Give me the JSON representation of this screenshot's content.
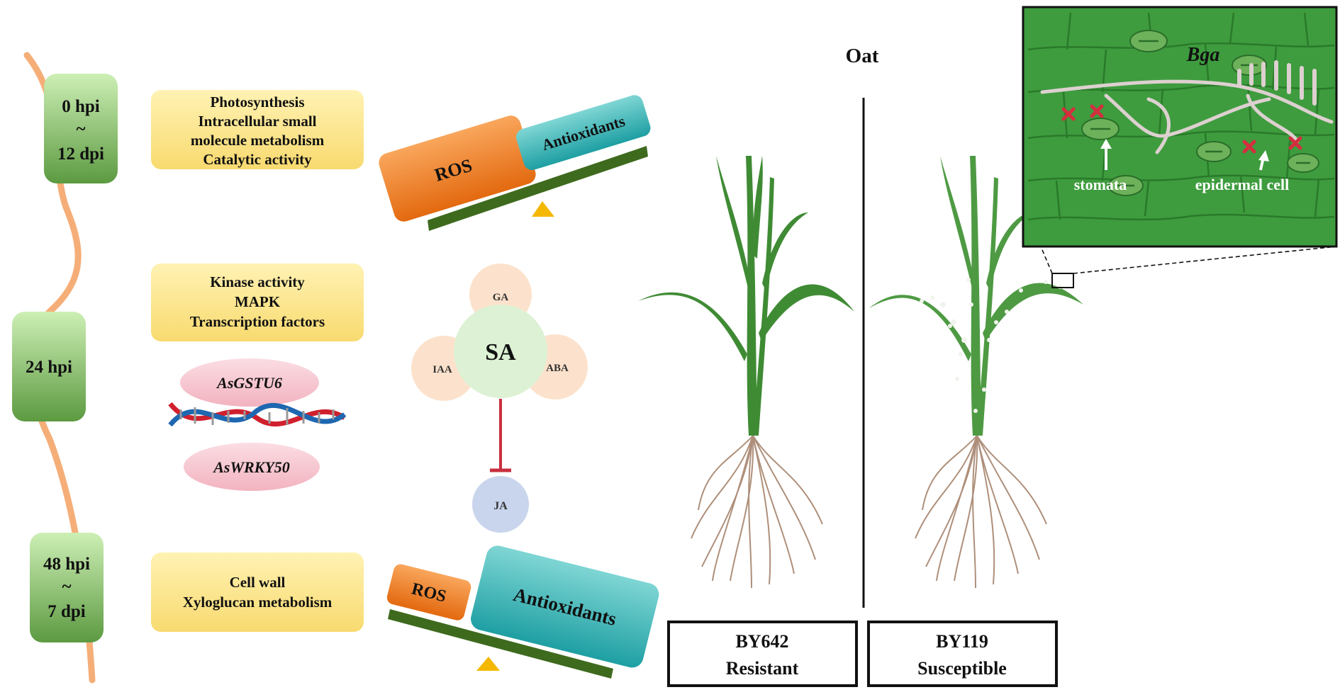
{
  "title": "Oat",
  "colors": {
    "timeline_line": "#F5AE78",
    "time_box_top": "#C9EDB2",
    "time_box_bottom": "#5F9E45",
    "category_box": "#FBE68C",
    "ros": "#F07A20",
    "antioxidants": "#2FB3B3",
    "beam": "#3E6A1E",
    "fulcrum": "#F4B800",
    "gene_pill": "#F6C3CC",
    "hormone_small": "#FCE2CC",
    "sa_circle": "#DDF2D4",
    "ja_circle": "#C9D5EC",
    "inhibit": "#C8303F",
    "leaf_bg": "#3E9C3E",
    "hypha": "#DDD0D0",
    "x_mark": "#D32F3F"
  },
  "timeline": {
    "stages": [
      {
        "line1": "0 hpi",
        "line2": "~",
        "line3": "12 dpi"
      },
      {
        "line1": "24 hpi"
      },
      {
        "line1": "48 hpi",
        "line2": "~",
        "line3": "7 dpi"
      }
    ]
  },
  "categories": [
    [
      "Photosynthesis",
      "Intracellular small",
      "molecule metabolism",
      "Catalytic activity"
    ],
    [
      "Kinase activity",
      "MAPK",
      "Transcription factors"
    ],
    [
      "Cell wall",
      "Xyloglucan metabolism"
    ]
  ],
  "balance_top": {
    "left_label": "ROS",
    "right_label": "Antioxidants"
  },
  "balance_bottom": {
    "left_label": "ROS",
    "right_label": "Antioxidants"
  },
  "genes": [
    "AsGSTU6",
    "AsWRKY50"
  ],
  "hormones": {
    "center": "SA",
    "top": "GA",
    "left": "IAA",
    "right": "ABA",
    "bottom": "JA"
  },
  "plants": {
    "resistant": {
      "line1": "BY642",
      "line2": "Resistant"
    },
    "susceptible": {
      "line1": "BY119",
      "line2": "Susceptible"
    }
  },
  "inset": {
    "pathogen": "Bga",
    "label_stomata": "stomata",
    "label_epidermal": "epidermal cell"
  }
}
